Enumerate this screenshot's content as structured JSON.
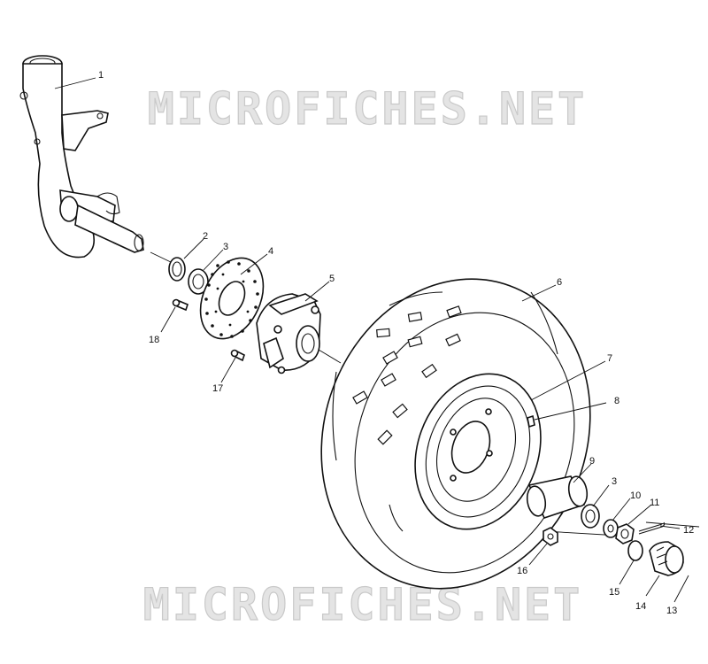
{
  "watermark": {
    "top": "MICROFICHES.NET",
    "bottom": "MICROFICHES.NET"
  },
  "callouts": [
    {
      "id": "1",
      "label": "1"
    },
    {
      "id": "2",
      "label": "2"
    },
    {
      "id": "3a",
      "label": "3"
    },
    {
      "id": "4",
      "label": "4"
    },
    {
      "id": "5",
      "label": "5"
    },
    {
      "id": "6",
      "label": "6"
    },
    {
      "id": "7",
      "label": "7"
    },
    {
      "id": "8",
      "label": "8"
    },
    {
      "id": "9",
      "label": "9"
    },
    {
      "id": "3b",
      "label": "3"
    },
    {
      "id": "10",
      "label": "10"
    },
    {
      "id": "11",
      "label": "11"
    },
    {
      "id": "12",
      "label": "12"
    },
    {
      "id": "13",
      "label": "13"
    },
    {
      "id": "14",
      "label": "14"
    },
    {
      "id": "15",
      "label": "15"
    },
    {
      "id": "16",
      "label": "16"
    },
    {
      "id": "17",
      "label": "17"
    },
    {
      "id": "18",
      "label": "18"
    }
  ],
  "colors": {
    "ink": "#111111",
    "watermark_fill": "#e4e4e4",
    "background": "#ffffff"
  }
}
